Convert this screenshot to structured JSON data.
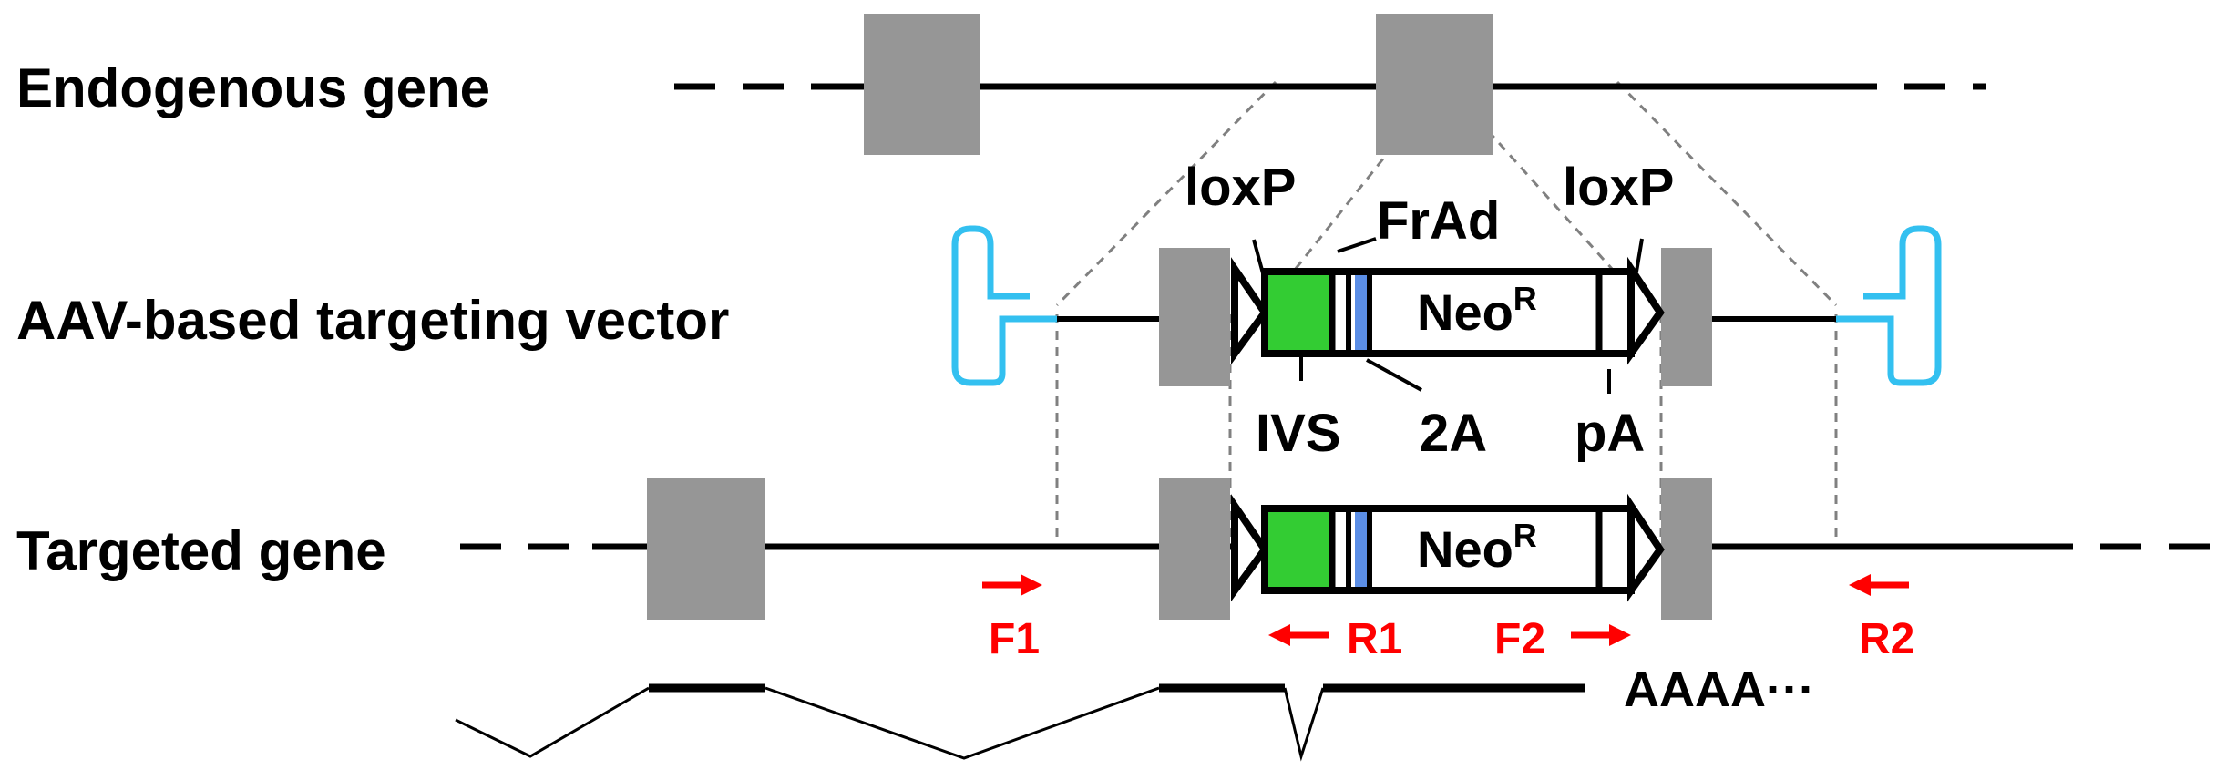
{
  "rows": {
    "endogenous": "Endogenous gene",
    "vector": "AAV-based targeting vector",
    "targeted": "Targeted gene"
  },
  "labels": {
    "loxp_left": "loxP",
    "loxp_right": "loxP",
    "frad": "FrAd",
    "ivs": "IVS",
    "two_a": "2A",
    "pa": "pA",
    "neo": "Neo",
    "neo_sup": "R"
  },
  "primers": {
    "f1": "F1",
    "r1": "R1",
    "f2": "F2",
    "r2": "R2"
  },
  "polya": "AAAA···",
  "colors": {
    "exon": "#969696",
    "ivs": "#33cc33",
    "two_a": "#5b8ee6",
    "itr": "#33c0f0",
    "primer": "#ff0000",
    "guide": "#808080"
  }
}
